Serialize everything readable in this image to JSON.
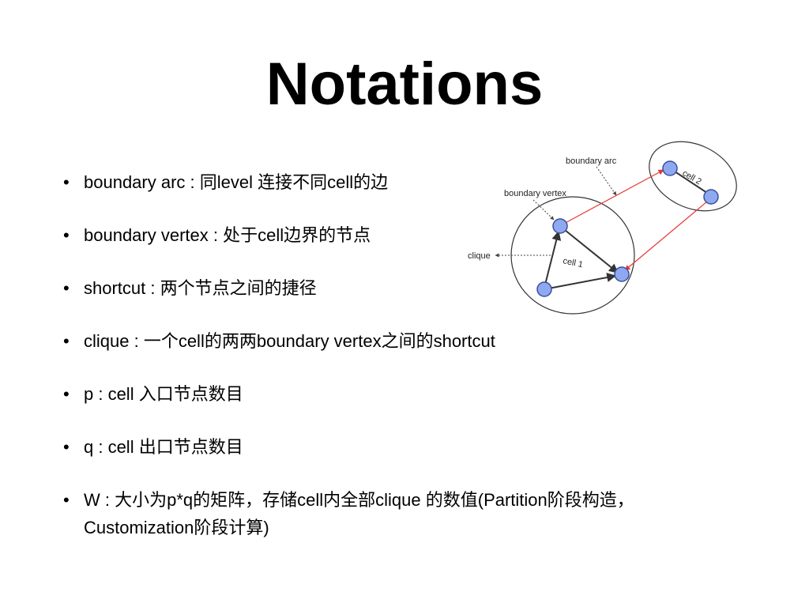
{
  "title": "Notations",
  "bullets": [
    "boundary arc : 同level 连接不同cell的边",
    "boundary vertex : 处于cell边界的节点",
    "shortcut : 两个节点之间的捷径",
    "clique : 一个cell的两两boundary vertex之间的shortcut",
    "p : cell 入口节点数目",
    "q : cell 出口节点数目",
    "W : 大小为p*q的矩阵，存储cell内全部clique 的数值(Partition阶段构造，Customization阶段计算)"
  ],
  "diagram": {
    "label_boundary_arc": "boundary arc",
    "label_boundary_vertex": "boundary vertex",
    "label_clique": "clique",
    "label_cell1": "cell 1",
    "label_cell2": "cell 2",
    "colors": {
      "node_fill": "#8ea9f0",
      "node_stroke": "#3b4f9c",
      "arc_red": "#e53935",
      "edge_dark": "#333333"
    }
  }
}
